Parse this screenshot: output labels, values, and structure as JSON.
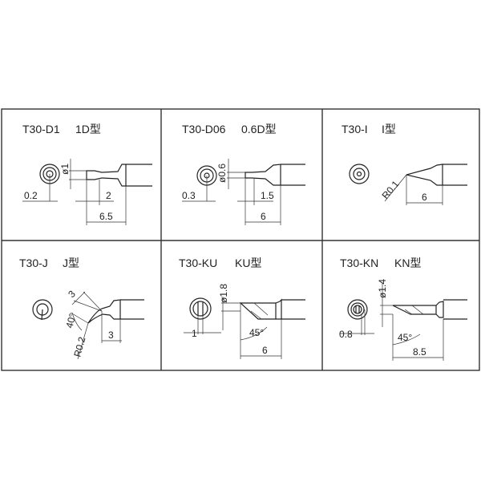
{
  "cells": [
    {
      "model": "T30-D1",
      "type": "1D型",
      "dims": {
        "diameter": "ø1",
        "face": "0.2",
        "chisel": "2",
        "length": "6.5"
      }
    },
    {
      "model": "T30-D06",
      "type": "0.6D型",
      "dims": {
        "diameter": "ø0.6",
        "face": "0.3",
        "chisel": "1.5",
        "length": "6"
      }
    },
    {
      "model": "T30-I",
      "type": "I型",
      "dims": {
        "radius": "R0.1",
        "length": "6"
      }
    },
    {
      "model": "T30-J",
      "type": "J型",
      "dims": {
        "bend": "3",
        "angle": "40°",
        "radius": "R0.2",
        "length": "3"
      }
    },
    {
      "model": "T30-KU",
      "type": "KU型",
      "dims": {
        "diameter": "ø1.8",
        "face": "1",
        "angle": "45°",
        "length": "6"
      }
    },
    {
      "model": "T30-KN",
      "type": "KN型",
      "dims": {
        "diameter": "ø1.4",
        "face": "0.8",
        "angle": "45°",
        "length": "8.5"
      }
    }
  ]
}
